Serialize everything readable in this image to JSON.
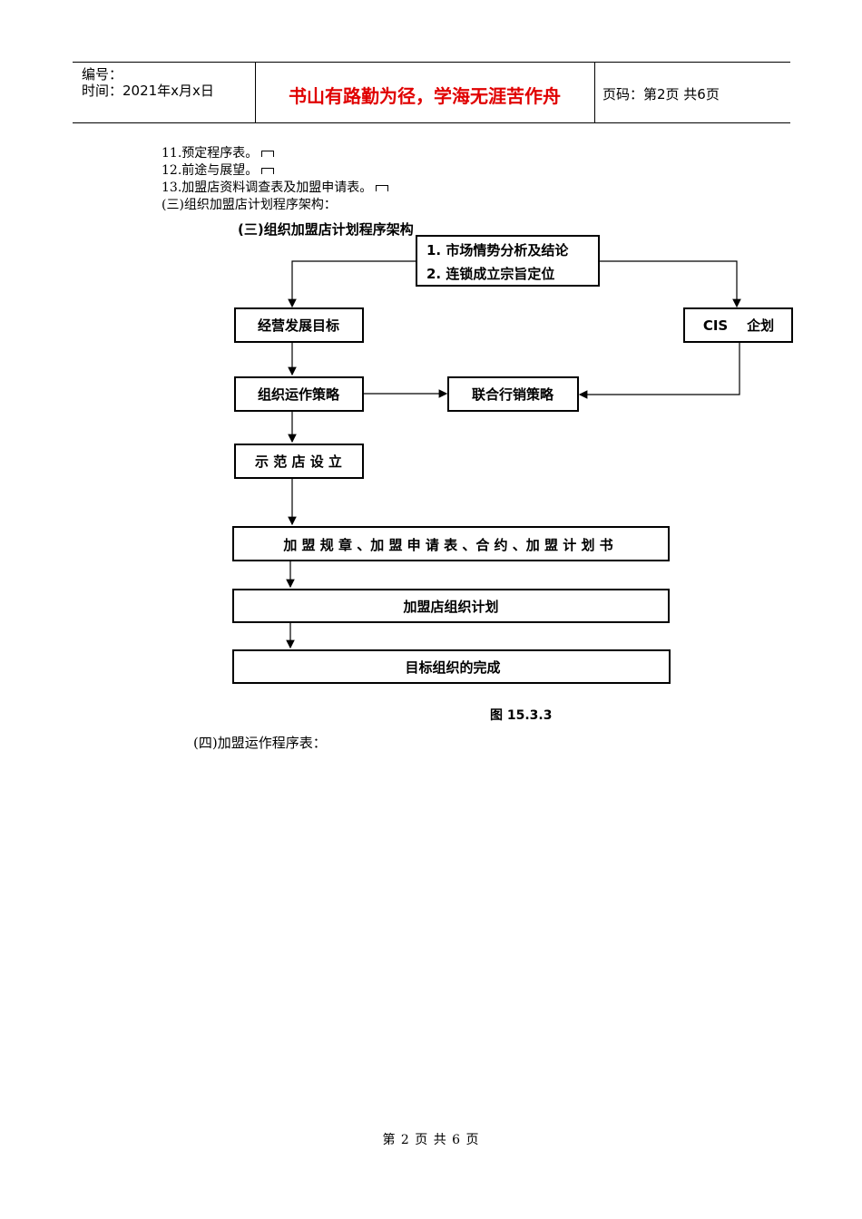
{
  "header": {
    "number_label": "编号：",
    "time_label": "时间：2021年x月x日",
    "motto": "书山有路勤为径，学海无涯苦作舟",
    "page_label": "页码：第2页  共6页"
  },
  "list_items": [
    "11.预定程序表。",
    "12.前途与展望。",
    "13.加盟店资料调查表及加盟申请表。"
  ],
  "section3_title": "(三)组织加盟店计划程序架构：",
  "chart": {
    "cut_title": "(三)组织加盟店计划程序架构",
    "top_box_line1": "1. 市场情势分析及结论",
    "top_box_line2": "2. 连锁成立宗旨定位",
    "goal": "经营发展目标",
    "cis": "CIS    企划",
    "strategy": "组织运作策略",
    "marketing": "联合行销策略",
    "demo_store": "示 范 店 设 立",
    "rules": "加 盟 规 章 、加 盟 申 请 表 、合 约 、加 盟 计 划 书",
    "org_plan": "加盟店组织计划",
    "target_done": "目标组织的完成"
  },
  "caption": "图 15.3.3",
  "section4_title": "(四)加盟运作程序表：",
  "footer": "第 2 页 共 6 页"
}
